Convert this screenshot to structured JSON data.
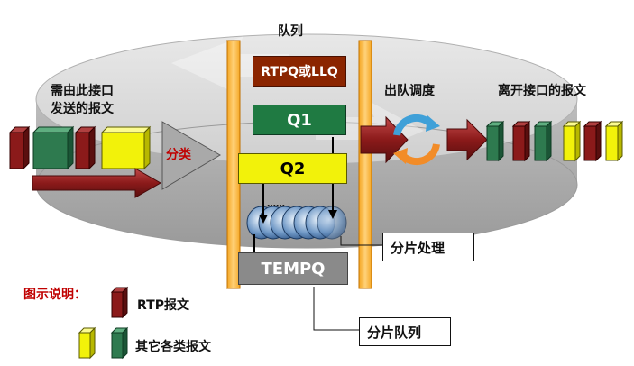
{
  "queue_title": "队列",
  "incoming_label_line1": "需由此接口",
  "incoming_label_line2": "发送的报文",
  "classify_label": "分类",
  "queues": {
    "rtpq": "RTPQ或LLQ",
    "q1": "Q1",
    "q2": "Q2",
    "dots": "……",
    "tempq": "TEMPQ"
  },
  "scheduling_label": "出队调度",
  "outgoing_label": "离开接口的报文",
  "callouts": {
    "fragment_processing": "分片处理",
    "fragment_queue": "分片队列"
  },
  "legend": {
    "title": "图示说明：",
    "rtp_label": "RTP报文",
    "other_label": "其它各类报文"
  },
  "colors": {
    "rtp": "#8b1a1a",
    "other_green": "#2e7a4f",
    "other_yellow": "#f2f20a",
    "queue_frame": "#f5a623",
    "q1_fill": "#1f7a42",
    "q2_fill": "#f2f20a",
    "rtpq_fill": "#8b2500",
    "tempq_fill": "#8a8a8a",
    "flow_arrow": "#8b1a1a",
    "legend_title": "#c00000",
    "classify_text": "#c00000"
  }
}
